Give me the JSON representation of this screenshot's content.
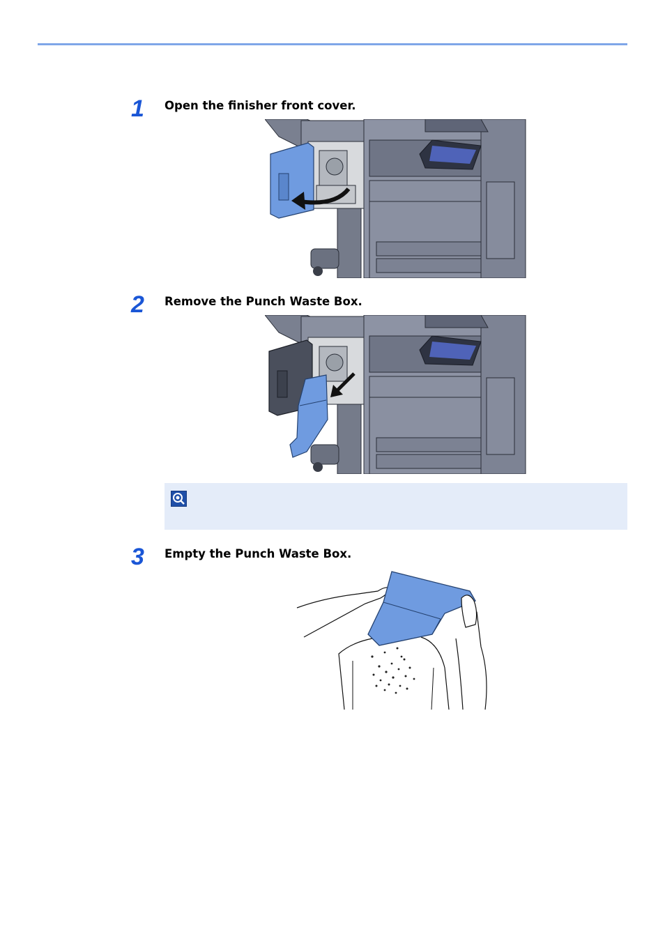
{
  "colors": {
    "accent": "#1a56d6",
    "rule": "#7fa6e8",
    "note_bg": "#e4ecf9",
    "part_highlight": "#6f9be0"
  },
  "steps": [
    {
      "number": "1",
      "text": "Open the finisher front cover."
    },
    {
      "number": "2",
      "text": "Remove the Punch Waste Box."
    },
    {
      "number": "3",
      "text": "Empty the Punch Waste Box."
    }
  ],
  "note": {
    "icon": "note-icon"
  }
}
